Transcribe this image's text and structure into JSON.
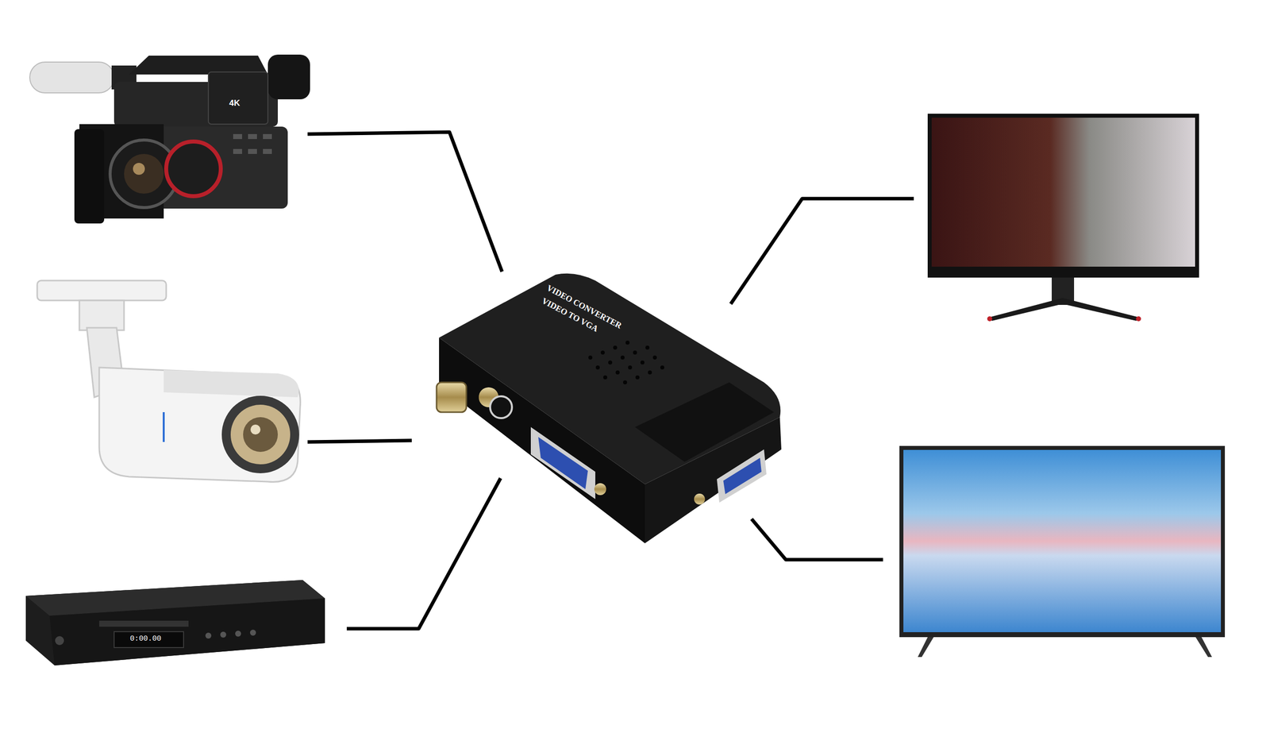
{
  "diagram": {
    "nodes": [
      {
        "text": [
          "VIDEO CONVERTER",
          "VIDEO TO VGA"
        ]
      }
    ],
    "labels": [
      "4K",
      "0:00.00"
    ]
  }
}
